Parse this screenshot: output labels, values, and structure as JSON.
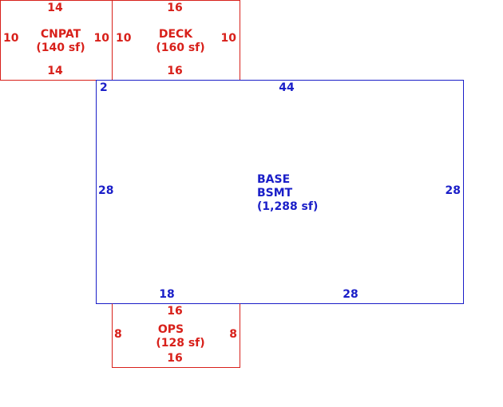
{
  "colors": {
    "addition": "#d8201a",
    "base": "#1a1ec8"
  },
  "areas": {
    "cnpat": {
      "name": "CNPAT",
      "area": "(140 sf)",
      "top": "14",
      "bottom": "14",
      "left": "10",
      "right": "10"
    },
    "deck": {
      "name": "DECK",
      "area": "(160 sf)",
      "top": "16",
      "bottom": "16",
      "left": "10",
      "right": "10"
    },
    "base": {
      "name_line1": "BASE",
      "name_line2": "BSMT",
      "area": "(1,288 sf)",
      "top_left_segment": "2",
      "top": "44",
      "left": "28",
      "right": "28",
      "bottom_left_segment": "18",
      "bottom_right_segment": "28"
    },
    "ops": {
      "name": "OPS",
      "area": "(128 sf)",
      "top": "16",
      "bottom": "16",
      "left": "8",
      "right": "8"
    }
  }
}
